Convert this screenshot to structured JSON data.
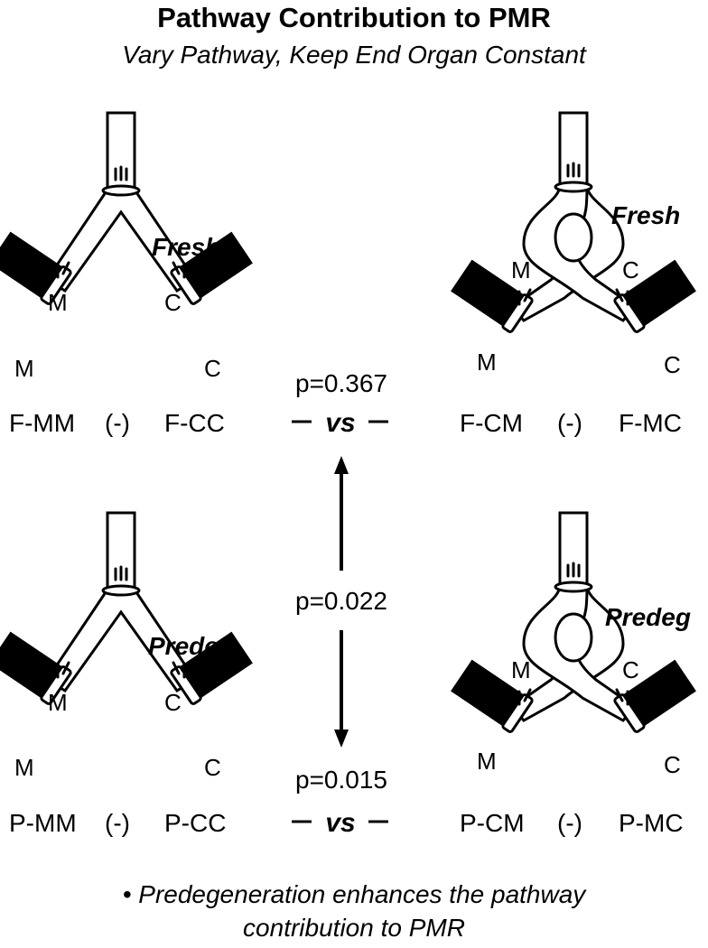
{
  "title": "Pathway Contribution to PMR",
  "subtitle": "Vary Pathway, Keep End Organ Constant",
  "panels": {
    "fresh_mm_cc": {
      "condition": "Fresh",
      "left_branch": "M",
      "right_branch": "C",
      "left_end": "M",
      "right_end": "C",
      "left_group": "F-MM",
      "middle": "(-)",
      "right_group": "F-CC"
    },
    "fresh_cm_mc": {
      "condition": "Fresh",
      "left_branch": "M",
      "right_branch": "C",
      "left_end": "M",
      "right_end": "C",
      "left_group": "F-CM",
      "middle": "(-)",
      "right_group": "F-MC"
    },
    "predeg_mm_cc": {
      "condition": "Predeg",
      "left_branch": "M",
      "right_branch": "C",
      "left_end": "M",
      "right_end": "C",
      "left_group": "P-MM",
      "middle": "(-)",
      "right_group": "P-CC"
    },
    "predeg_cm_mc": {
      "condition": "Predeg",
      "left_branch": "M",
      "right_branch": "C",
      "left_end": "M",
      "right_end": "C",
      "left_group": "P-CM",
      "middle": "(-)",
      "right_group": "P-MC"
    }
  },
  "comparisons": {
    "fresh_p": "p=0.367",
    "fresh_vs": "vs",
    "between_p": "p=0.022",
    "predeg_p": "p=0.015",
    "predeg_vs": "vs"
  },
  "footnote": {
    "line1": "• Predegeneration enhances the pathway",
    "line2": "contribution to PMR"
  }
}
